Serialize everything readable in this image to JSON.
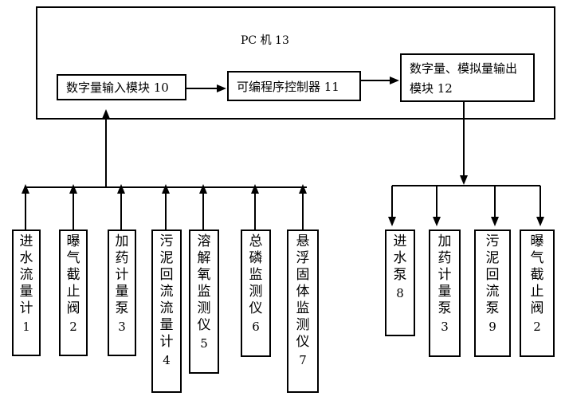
{
  "pc": {
    "label": "PC 机 13"
  },
  "modules": {
    "digital_input": "数字量输入模块 10",
    "plc": "可编程序控制器 11",
    "output_line1": "数字量、模拟量输出",
    "output_line2": "模块 12"
  },
  "inputs": [
    {
      "chars": [
        "进",
        "水",
        "流",
        "量",
        "计"
      ],
      "num": "1"
    },
    {
      "chars": [
        "曝",
        "气",
        "截",
        "止",
        "阀"
      ],
      "num": "2"
    },
    {
      "chars": [
        "加",
        "药",
        "计",
        "量",
        "泵"
      ],
      "num": "3"
    },
    {
      "chars": [
        "污",
        "泥",
        "回",
        "流",
        "流",
        "量",
        "计"
      ],
      "num": "4"
    },
    {
      "chars": [
        "溶",
        "解",
        "氧",
        "监",
        "测",
        "仪"
      ],
      "num": "5"
    },
    {
      "chars": [
        "总",
        "磷",
        "监",
        "测",
        "仪"
      ],
      "num": "6"
    },
    {
      "chars": [
        "悬",
        "浮",
        "固",
        "体",
        "监",
        "测",
        "仪"
      ],
      "num": "7"
    }
  ],
  "outputs": [
    {
      "chars": [
        "进",
        "水",
        "泵"
      ],
      "num": "8"
    },
    {
      "chars": [
        "加",
        "药",
        "计",
        "量",
        "泵"
      ],
      "num": "3"
    },
    {
      "chars": [
        "污",
        "泥",
        "回",
        "流",
        "泵"
      ],
      "num": "9"
    },
    {
      "chars": [
        "曝",
        "气",
        "截",
        "止",
        "阀"
      ],
      "num": "2"
    }
  ]
}
